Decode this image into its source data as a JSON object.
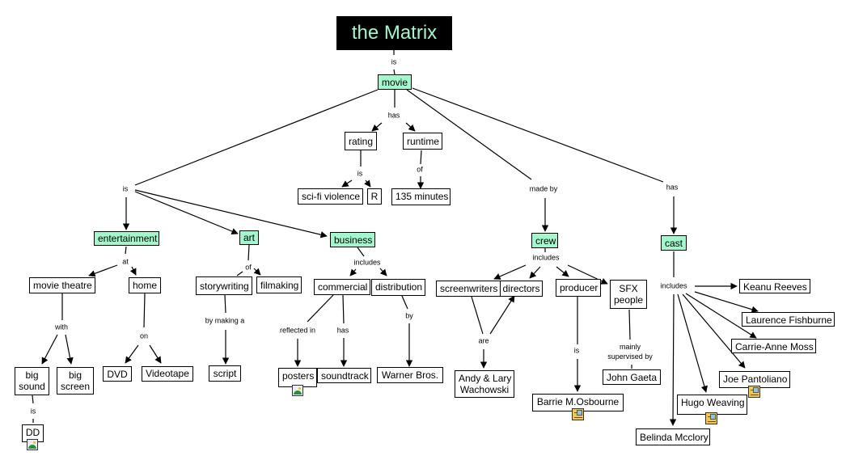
{
  "title": "the Matrix",
  "colors": {
    "concept_fill": "#a3f7cc",
    "title_bg": "#000000",
    "title_text": "#a3f7cc"
  },
  "nodes": {
    "title": "the Matrix",
    "movie": "movie",
    "rating": "rating",
    "runtime": "runtime",
    "scifi": "sci-fi violence",
    "r": "R",
    "minutes": "135 minutes",
    "entertainment": "entertainment",
    "art": "art",
    "business": "business",
    "crew": "crew",
    "cast": "cast",
    "theatre": "movie theatre",
    "home": "home",
    "storywriting": "storywriting",
    "filmaking": "filmaking",
    "commercial": "commercial",
    "distribution": "distribution",
    "screenwriters": "screenwriters",
    "directors": "directors",
    "producer": "producer",
    "sfx_1": "SFX",
    "sfx_2": "people",
    "keanu": "Keanu Reeves",
    "laurence": "Laurence Fishburne",
    "carrie": "Carrie-Anne Moss",
    "joe": "Joe Pantoliano",
    "hugo": "Hugo Weaving",
    "belinda": "Belinda Mcclory",
    "bigsound_1": "big",
    "bigsound_2": "sound",
    "bigscreen_1": "big",
    "bigscreen_2": "screen",
    "dvd": "DVD",
    "videotape": "Videotape",
    "script": "script",
    "posters": "posters",
    "soundtrack": "soundtrack",
    "warner": "Warner Bros.",
    "wach_1": "Andy & Lary",
    "wach_2": "Wachowski",
    "barrie": "Barrie M.Osbourne",
    "gaeta": "John Gaeta",
    "dd": "DD"
  },
  "links": {
    "is_top": "is",
    "has_1": "has",
    "is_rating": "is",
    "of_runtime": "of",
    "is_movie": "is",
    "made_by": "made by",
    "has_cast": "has",
    "at": "at",
    "of_art": "of",
    "includes_business": "includes",
    "includes_crew": "includes",
    "includes_cast": "includes",
    "with": "with",
    "on": "on",
    "by_making": "by making a",
    "reflected_in": "reflected in",
    "has_soundtrack": "has",
    "by": "by",
    "are": "are",
    "is_producer": "is",
    "mainly_1": "mainly",
    "mainly_2": "supervised by",
    "is_dd": "is"
  }
}
